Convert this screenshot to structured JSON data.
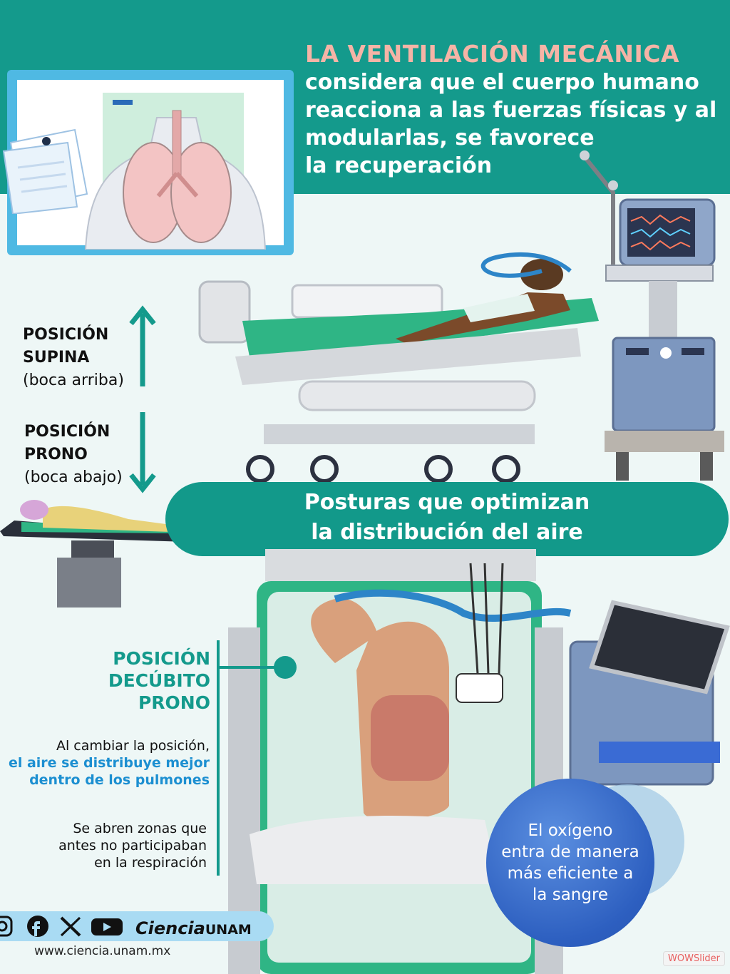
{
  "header": {
    "title": "LA VENTILACIÓN MECÁNICA",
    "body_lines": [
      "considera que el cuerpo humano",
      "reacciona a las fuerzas físicas y al",
      "modularlas, se favorece",
      "la recuperación"
    ]
  },
  "positions": {
    "supina": {
      "line1": "POSICIÓN",
      "line2": "SUPINA",
      "sub": "(boca arriba)"
    },
    "prono": {
      "line1": "POSICIÓN",
      "line2": "PRONO",
      "sub": "(boca abajo)"
    }
  },
  "banner": {
    "line1": "Posturas que optimizan",
    "line2": "la distribución del aire"
  },
  "decubito": {
    "lines": [
      "POSICIÓN",
      "DECÚBITO",
      "PRONO"
    ],
    "para1_line1": "Al cambiar la posición,",
    "para1_hl1": "el aire se distribuye mejor",
    "para1_hl2": "dentro de los pulmones",
    "para2_lines": [
      "Se abren zonas que",
      "antes no participaban",
      "en la respiración"
    ]
  },
  "oxygen_bubble": {
    "lines": [
      "El oxígeno",
      "entra de manera",
      "más eficiente a",
      "la sangre"
    ]
  },
  "footer": {
    "brand": "Ciencia",
    "brand_suffix": "UNAM",
    "url": "www.ciencia.unam.mx",
    "slider": "WOWSlider",
    "social_icons": [
      "instagram-icon",
      "facebook-icon",
      "x-icon",
      "youtube-icon"
    ]
  },
  "colors": {
    "teal": "#149a8c",
    "accent_salmon": "#f6b4a6",
    "highlight_blue": "#1c8fd1",
    "bubble_blue": "#2d5fc0"
  }
}
